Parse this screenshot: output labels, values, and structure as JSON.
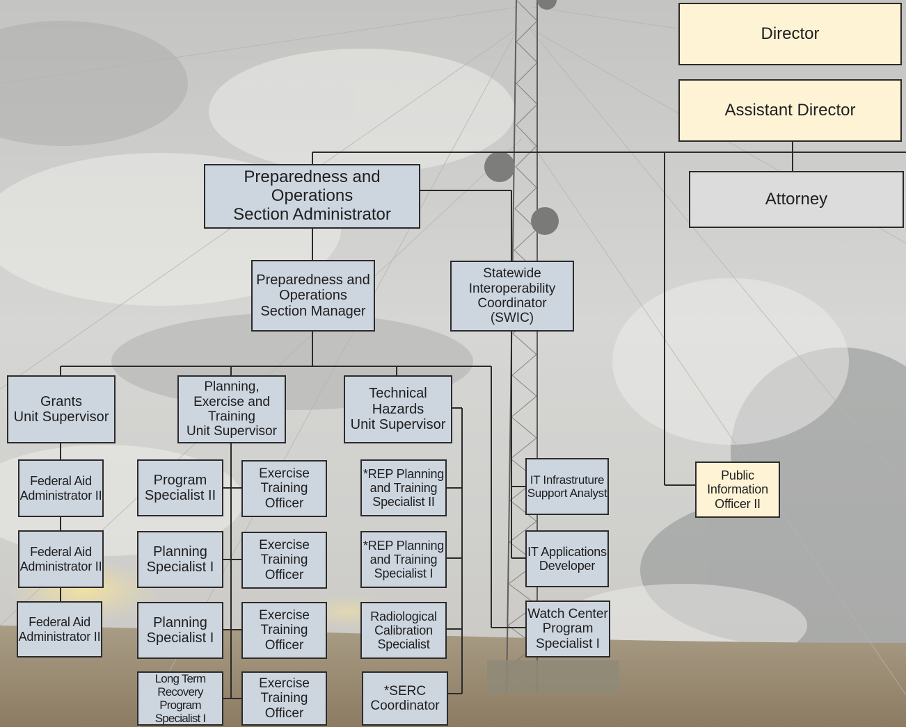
{
  "colors": {
    "unit_box": "#cdd5df",
    "executive_box": "#fff3d6",
    "attorney_box": "#dcdcdc",
    "connector": "#2b2b2b"
  },
  "org_chart": {
    "director": "Director",
    "assistant_director": "Assistant Director",
    "attorney": "Attorney",
    "section_administrator": "Preparedness and Operations\nSection Administrator",
    "section_manager": "Preparedness and\nOperations\nSection Manager",
    "swic": "Statewide\nInteroperability\nCoordinator\n(SWIC)",
    "public_information_officer": "Public\nInformation\nOfficer II",
    "grants": {
      "supervisor": "Grants\nUnit Supervisor",
      "staff": [
        "Federal Aid\nAdministrator II",
        "Federal Aid\nAdministrator II",
        "Federal Aid\nAdministrator II"
      ]
    },
    "planning": {
      "supervisor": "Planning,\nExercise and\nTraining\nUnit Supervisor",
      "left_staff": [
        "Program\nSpecialist II",
        "Planning\nSpecialist I",
        "Planning\nSpecialist I",
        "Long Term\nRecovery Program\nSpecialist I"
      ],
      "right_staff": [
        "Exercise\nTraining\nOfficer",
        "Exercise\nTraining\nOfficer",
        "Exercise\nTraining\nOfficer",
        "Exercise\nTraining\nOfficer"
      ]
    },
    "technical_hazards": {
      "supervisor": "Technical\nHazards\nUnit Supervisor",
      "staff": [
        "*REP Planning\nand Training\nSpecialist II",
        "*REP Planning\nand Training\nSpecialist I",
        "Radiological\nCalibration\nSpecialist",
        "*SERC\nCoordinator"
      ]
    },
    "it_staff": [
      "IT Infrastruture\nSupport Analyst",
      "IT Applications\nDeveloper"
    ],
    "watch_center": "Watch Center\nProgram\nSpecialist I"
  }
}
